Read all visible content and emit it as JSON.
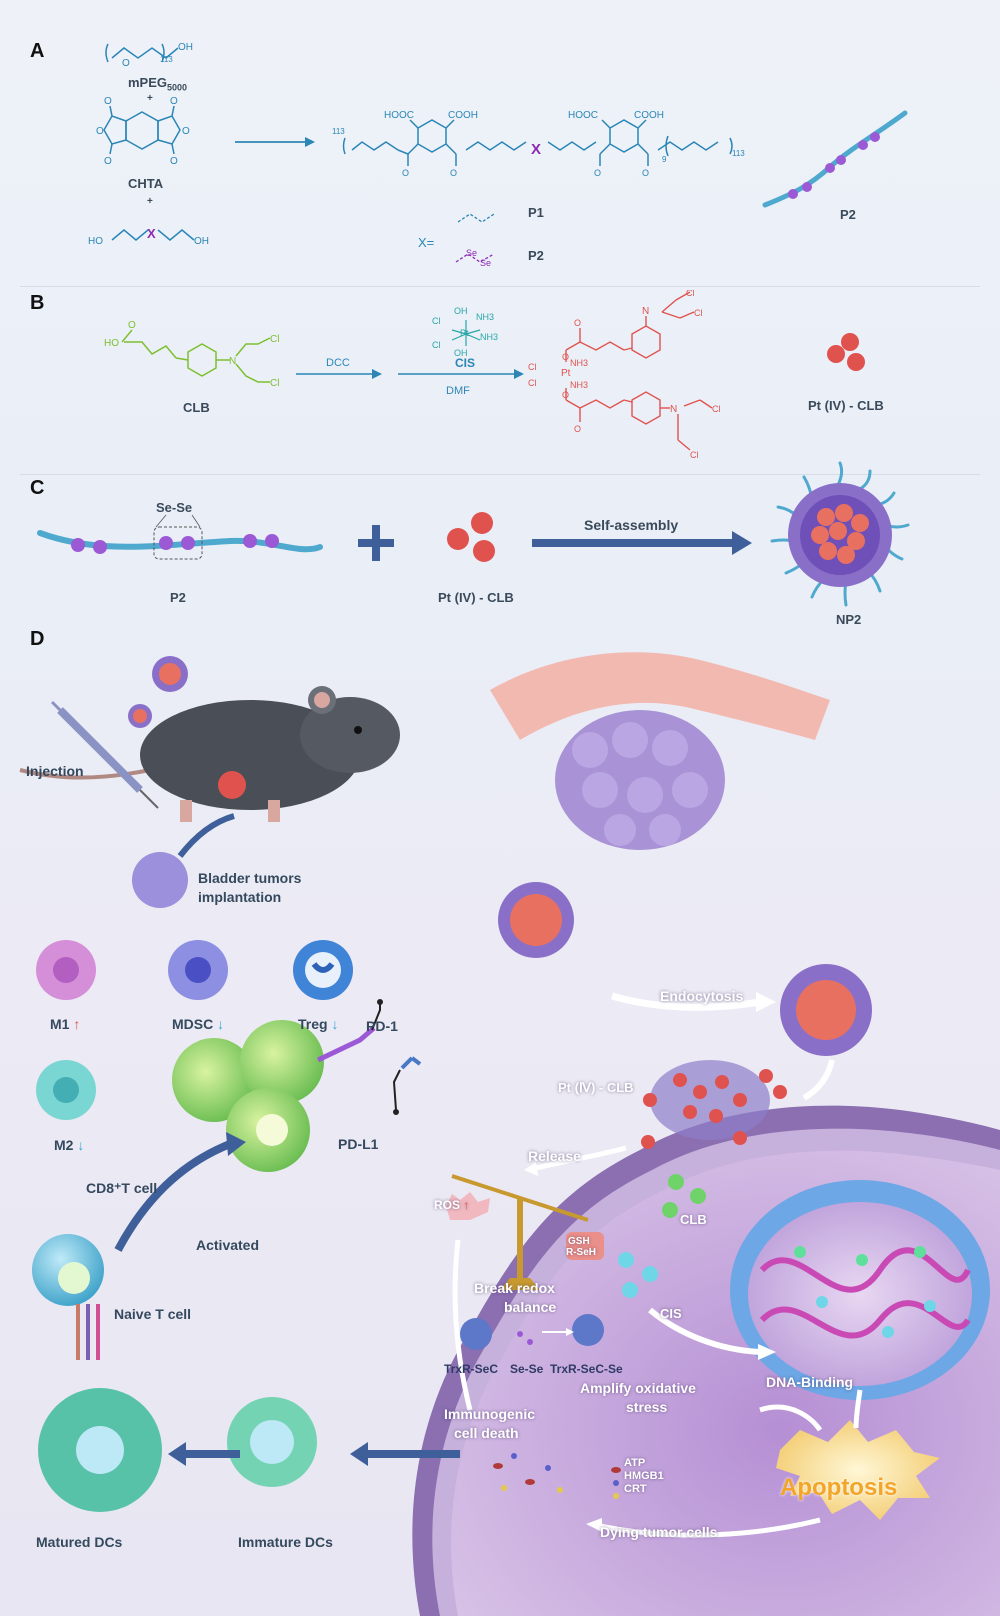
{
  "colors": {
    "chem_blue": "#2b86b6",
    "clb_green": "#7dbf2f",
    "pt_red": "#e0524e",
    "purple_bead": "#9b59d6",
    "cell_purple": "#c9a6dc",
    "arrow_blue": "#3f5f9a"
  },
  "panel_a": {
    "letter": "A",
    "mpeg_label": "mPEG",
    "mpeg_sub": "5000",
    "plus1": "+",
    "chta_label": "CHTA",
    "plus2": "+",
    "oh": "OH",
    "ho": "HO",
    "n113": "113",
    "x_marker": "X",
    "hooc": "HOOC",
    "cooh": "COOH",
    "n9": "9",
    "x_eq": "X=",
    "p1": "P1",
    "p2": "P2",
    "se": "Se",
    "p2_chain_label": "P2"
  },
  "panel_b": {
    "letter": "B",
    "clb_label": "CLB",
    "ho": "HO",
    "cl": "Cl",
    "n": "N",
    "o": "O",
    "dcc": "DCC",
    "cis_label": "CIS",
    "dmf": "DMF",
    "pt": "Pt",
    "nh3": "NH3",
    "oh": "OH",
    "product_label": "Pt (IV) - CLB"
  },
  "panel_c": {
    "letter": "C",
    "sese_label": "Se-Se",
    "p2_label": "P2",
    "plus": "+",
    "ptclb_label": "Pt (IV) - CLB",
    "arrow_label": "Self-assembly",
    "np2_label": "NP2"
  },
  "panel_d": {
    "letter": "D",
    "injection": "Injection",
    "tumor_impl_1": "Bladder tumors",
    "tumor_impl_2": "implantation",
    "m1": "M1",
    "mdsc": "MDSC",
    "treg": "Treg",
    "m2": "M2",
    "pd1": "PD-1",
    "pdl1": "PD-L1",
    "cd8": "CD8⁺T cell",
    "activated": "Activated",
    "naive": "Naive T cell",
    "matured_dcs": "Matured DCs",
    "immature_dcs": "Immature DCs",
    "endocytosis": "Endocytosis",
    "pt_clb": "Pt (Ⅳ) - CLB",
    "release": "Release",
    "ros": "ROS",
    "gsh": "GSH",
    "rseh": "R-SeH",
    "clb": "CLB",
    "cis": "CIS",
    "break_1": "Break redox",
    "break_2": "balance",
    "trxr_sec": "TrxR-SeC",
    "se_se": "Se-Se",
    "trxr_sec_se": "TrxR-SeC-Se",
    "amplify_1": "Amplify oxidative",
    "amplify_2": "stress",
    "dna_binding": "DNA-Binding",
    "icd_1": "Immunogenic",
    "icd_2": "cell death",
    "atp": "ATP",
    "hmgb1": "HMGB1",
    "crt": "CRT",
    "apoptosis": "Apoptosis",
    "dying": "Dying tumor cells"
  }
}
